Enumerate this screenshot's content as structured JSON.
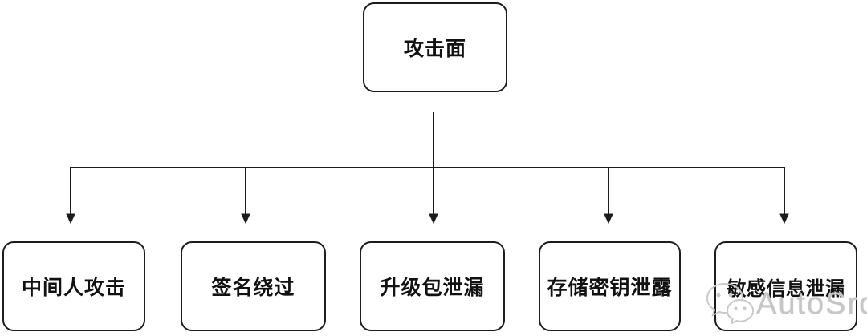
{
  "diagram": {
    "type": "tree",
    "root": {
      "label": "攻击面"
    },
    "children": [
      {
        "label": "中间人攻击"
      },
      {
        "label": "签名绕过"
      },
      {
        "label": "升级包泄漏"
      },
      {
        "label": "存储密钥泄露"
      },
      {
        "label": "敏感信息泄漏"
      }
    ]
  },
  "watermark": {
    "text": "AutoSrc",
    "icon": "wechat-logo-icon",
    "color": "#c6c6c6"
  },
  "colors": {
    "background": "#ffffff",
    "line": "#1c1c1c",
    "node_border": "#1c1c1c",
    "node_background": "#ffffff",
    "node_text": "#111111"
  }
}
